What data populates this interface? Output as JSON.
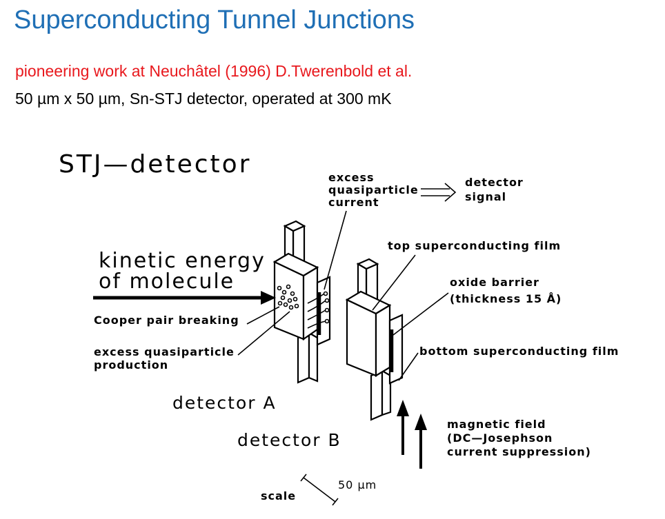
{
  "slide": {
    "title": "Superconducting Tunnel Junctions",
    "line1": "pioneering work at Neuchâtel  (1996)  D.Twerenbold et al.",
    "line2": "50 µm x 50 µm,  Sn-STJ detector, operated at 300 mK"
  },
  "figure": {
    "heading": "STJ—detector",
    "kinetic1": "kinetic  energy",
    "kinetic2": "of  molecule",
    "cooper": "Cooper pair breaking",
    "excess_prod1": "excess  quasiparticle",
    "excess_prod2": "production",
    "excess_curr1": "excess",
    "excess_curr2": "quasiparticle",
    "excess_curr3": "current",
    "signal1": "detector",
    "signal2": "signal",
    "top_film": "top  superconducting  film",
    "oxide1": "oxide  barrier",
    "oxide2": "(thickness  15  Å)",
    "bottom_film": "bottom  superconducting  film",
    "det_a": "detector  A",
    "det_b": "detector  B",
    "mag1": "magnetic  field",
    "mag2": "(DC—Josephson",
    "mag3": "current  suppression)",
    "scale_label": "scale",
    "scale_value": "50  µm"
  }
}
